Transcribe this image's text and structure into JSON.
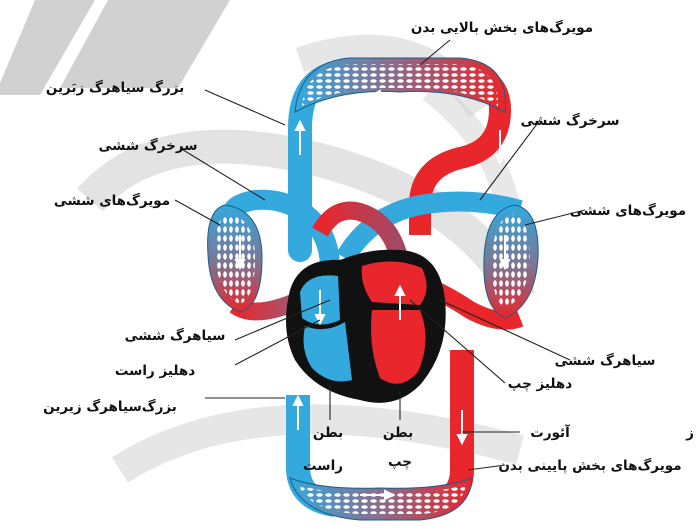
{
  "labels": {
    "upper_capillaries": "مویرگ‌های بخش بالایی بدن",
    "superior_vena_cava": "بزرگ سیاهرگ زبَرین",
    "pulmonary_artery_left": "سرخرگ ششی",
    "lung_capillaries_left": "مویرگ‌های ششی",
    "pulmonary_artery_right": "سرخرگ ششی",
    "lung_capillaries_right": "مویرگ‌های ششی",
    "pulmonary_vein_left": "سیاهرگ ششی",
    "right_atrium": "دهلیز راست",
    "inferior_vena_cava": "بزرگ‌سیاهرگ زیرین",
    "right_ventricle_1": "بطن",
    "right_ventricle_2": "راست",
    "left_ventricle_1": "بطن",
    "left_ventricle_2": "چپ",
    "pulmonary_vein_right": "سیاهرگ ششی",
    "left_atrium": "دهلیز چپ",
    "aorta": "آئورت",
    "aorta_fragment": "ز",
    "lower_capillaries": "مویرگ‌های بخش پایینی بدن"
  },
  "colors": {
    "oxygenated": "#e8262b",
    "deoxygenated": "#33a9de",
    "heart_outline": "#111111",
    "watermark": "#9a9a9a"
  }
}
